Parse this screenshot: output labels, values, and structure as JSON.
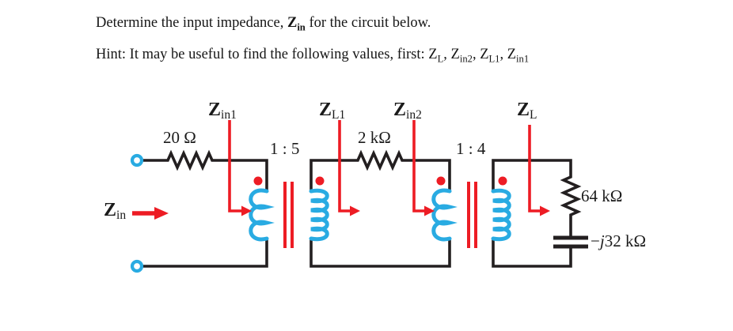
{
  "problem": {
    "line1": {
      "prefix": "Determine the input impedance, ",
      "symbol": {
        "base": "Z",
        "sub": "in"
      },
      "suffix": " for the circuit below."
    },
    "line2": {
      "prefix": "Hint: It may be useful to find the following values, first: ",
      "values": [
        {
          "base": "Z",
          "sub": "L",
          "sep": ", "
        },
        {
          "base": "Z",
          "sub": "in2",
          "sep": ", "
        },
        {
          "base": "Z",
          "sub": "L1",
          "sep": ", "
        },
        {
          "base": "Z",
          "sub": "in1",
          "sep": ""
        }
      ]
    }
  },
  "circuit": {
    "labels": {
      "zin": {
        "base": "Z",
        "sub": "in"
      },
      "zin1": {
        "base": "Z",
        "sub": "in1"
      },
      "zl1": {
        "base": "Z",
        "sub": "L1"
      },
      "zin2": {
        "base": "Z",
        "sub": "in2"
      },
      "zl": {
        "base": "Z",
        "sub": "L"
      }
    },
    "components": {
      "series_resistor": "20 Ω",
      "transformer1_ratio": "1 : 5",
      "mid_resistor": "2 kΩ",
      "transformer2_ratio": "1 : 4",
      "load_resistor": "64 kΩ",
      "load_capacitor": {
        "sign": "−",
        "j": "j",
        "value": "32 kΩ"
      }
    },
    "colors": {
      "wire": "#231f20",
      "accent_red": "#ed1c24",
      "coil_blue": "#29abe2"
    }
  }
}
